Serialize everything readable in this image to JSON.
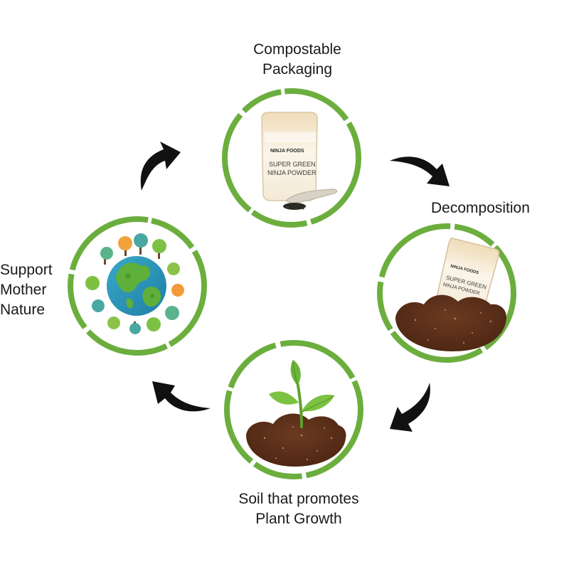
{
  "stages": {
    "packaging": {
      "label_line1": "Compostable",
      "label_line2": "Packaging",
      "icon": "powder-pouch-icon",
      "pouch_brand": "NINJA FOODS",
      "pouch_line1": "SUPER GREEN",
      "pouch_line2": "NINJA POWDER"
    },
    "decomposition": {
      "label": "Decomposition",
      "icon": "pouch-in-soil-icon",
      "pouch_brand": "NINJA FOODS",
      "pouch_line1": "SUPER GREEN",
      "pouch_line2": "NINJA POWDER"
    },
    "soil": {
      "label_line1": "Soil that promotes",
      "label_line2": "Plant Growth",
      "icon": "seedling-icon"
    },
    "nature": {
      "label_line1": "Support",
      "label_line2": "Mother",
      "label_line3": "Nature",
      "icon": "earth-trees-icon"
    }
  },
  "colors": {
    "ring": "#6cae3e",
    "arrow": "#111111",
    "soil": "#5b2e18",
    "leaf": "#7cc142",
    "pouch": "#f6ecd7"
  }
}
